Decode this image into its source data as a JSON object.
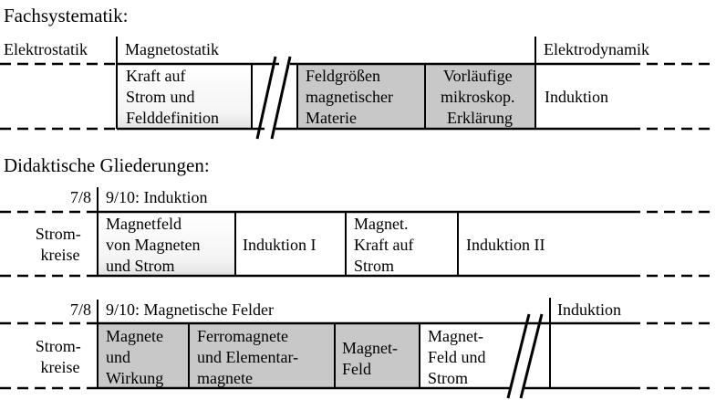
{
  "fachsystematik": {
    "heading": "Fachsystematik:",
    "labels": {
      "elektrostatik": "Elektrostatik",
      "magnetostatik": "Magnetostatik",
      "elektrodynamik": "Elektrodynamik"
    },
    "cells": {
      "kraft": [
        "Kraft auf",
        "Strom und",
        "Felddefinition"
      ],
      "feldgroessen": [
        "Feldgrößen",
        "magnetischer",
        "Materie"
      ],
      "vorlaeufige": [
        "Vorläufige",
        "mikroskop.",
        "Erklärung"
      ],
      "induktion": [
        "Induktion"
      ]
    }
  },
  "didaktische": {
    "heading": "Didaktische Gliederungen:",
    "row1": {
      "grade_left": "7/8",
      "grade_right": "9/10: Induktion",
      "cells": {
        "stromkreise": [
          "Strom-",
          "kreise"
        ],
        "magnetfeld": [
          "Magnetfeld",
          "von Magneten",
          "und Strom"
        ],
        "induktion1": [
          "Induktion I"
        ],
        "magnet_kraft": [
          "Magnet.",
          "Kraft auf",
          "Strom"
        ],
        "induktion2": [
          "Induktion II"
        ]
      }
    },
    "row2": {
      "grade_left": "7/8",
      "grade_right": "9/10: Magnetische Felder",
      "grade_far": "Induktion",
      "cells": {
        "stromkreise": [
          "Strom-",
          "kreise"
        ],
        "magnete": [
          "Magnete",
          "und",
          "Wirkung"
        ],
        "ferromagnete": [
          "Ferromagnete",
          "und Elementar-",
          "magnete"
        ],
        "magnetfeld": [
          "Magnet-",
          "Feld"
        ],
        "magnetfeld_strom": [
          "Magnet-",
          "Feld und",
          "Strom"
        ]
      }
    }
  },
  "colors": {
    "shaded": "#c8c8c8",
    "line": "#000000",
    "background": "#ffffff"
  }
}
